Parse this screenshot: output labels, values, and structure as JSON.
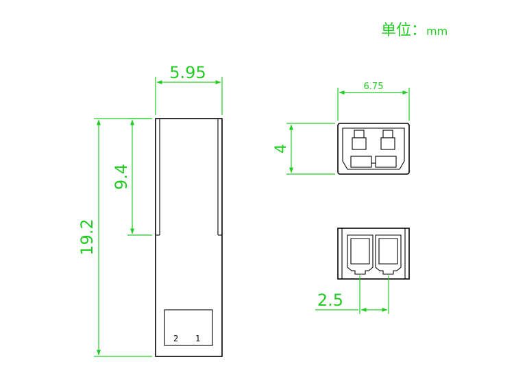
{
  "units": {
    "label": "单位：",
    "value": "mm"
  },
  "dimensions": {
    "side_width": "5.95",
    "upper_height": "9.4",
    "total_height": "19.2",
    "front_width": "6.75",
    "front_height": "4",
    "pitch": "2.5"
  },
  "pins": {
    "left": "2",
    "right": "1"
  },
  "colors": {
    "dimension": "#22cc22",
    "outline": "#000000",
    "background": "#ffffff"
  }
}
